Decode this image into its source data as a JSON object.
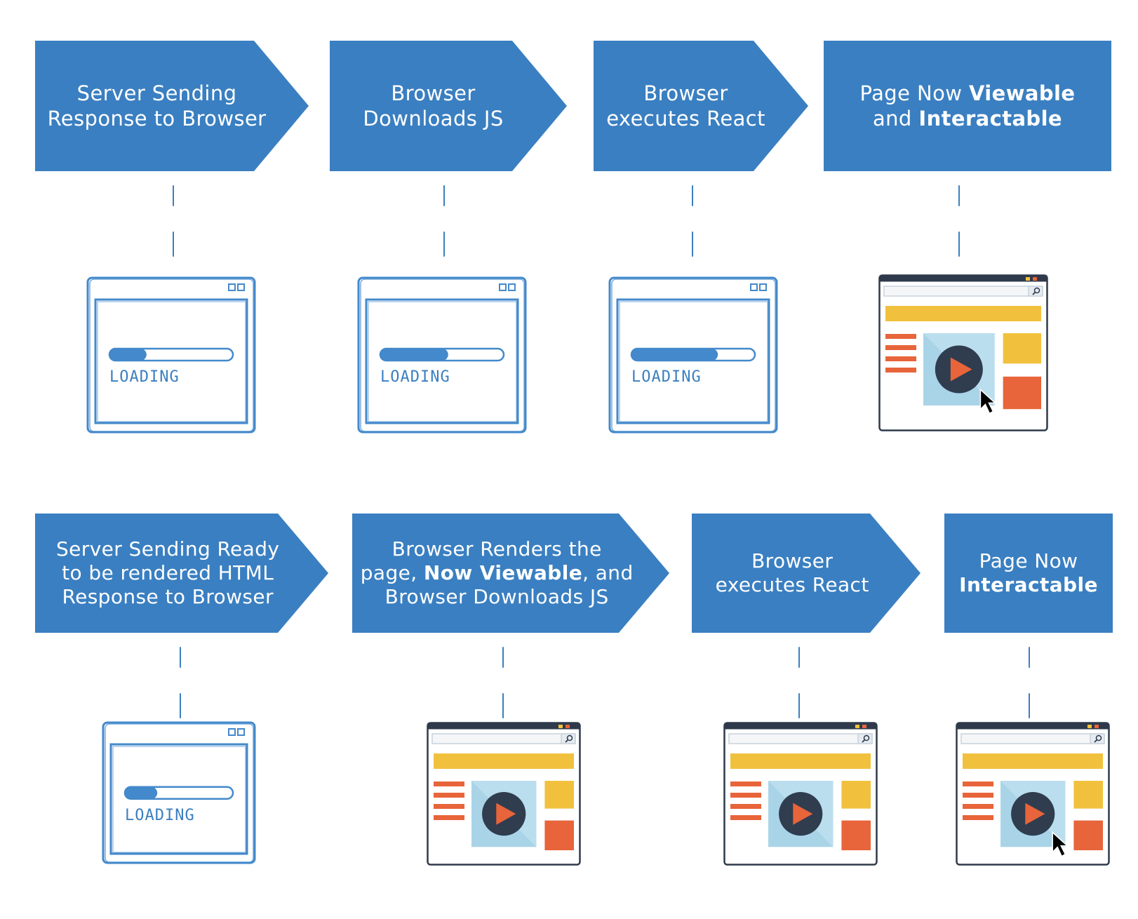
{
  "colors": {
    "arrow_fill": "#3a7fc1",
    "sketch_stroke": "#4389cb",
    "page_frame": "#2e3a4b",
    "yellow": "#f1c13e",
    "orange": "#e8643a",
    "video_bg": "#a9d4e8",
    "play_bg": "#2f3d4f"
  },
  "rows": [
    {
      "name": "client-side-rendering",
      "steps": [
        {
          "lines": [
            [
              "Server Sending"
            ],
            [
              "Response to Browser"
            ]
          ],
          "state": "loading",
          "progress": 0.3
        },
        {
          "lines": [
            [
              "Browser"
            ],
            [
              "Downloads JS"
            ]
          ],
          "state": "loading",
          "progress": 0.55
        },
        {
          "lines": [
            [
              "Browser"
            ],
            [
              "executes React"
            ]
          ],
          "state": "loading",
          "progress": 0.7
        },
        {
          "lines": [
            [
              "Page Now ",
              "*Viewable"
            ],
            [
              "and ",
              "*Interactable"
            ]
          ],
          "state": "page-cursor"
        }
      ]
    },
    {
      "name": "server-side-rendering",
      "steps": [
        {
          "lines": [
            [
              "Server Sending Ready"
            ],
            [
              "to be rendered HTML"
            ],
            [
              "Response to Browser"
            ]
          ],
          "state": "loading",
          "progress": 0.3
        },
        {
          "lines": [
            [
              "Browser Renders the"
            ],
            [
              "page, ",
              "*Now Viewable",
              ", and"
            ],
            [
              "Browser Downloads JS"
            ]
          ],
          "state": "page"
        },
        {
          "lines": [
            [
              "Browser"
            ],
            [
              "executes React"
            ]
          ],
          "state": "page"
        },
        {
          "lines": [
            [
              "Page Now"
            ],
            [
              "*Interactable"
            ]
          ],
          "state": "page-cursor"
        }
      ]
    }
  ],
  "icons": {
    "loading_window": "loading-browser-window-icon",
    "page_window": "web-page-window-icon",
    "play": "play-button-icon",
    "cursor": "mouse-cursor-icon",
    "search": "search-icon"
  },
  "loading_label": "LOADING"
}
